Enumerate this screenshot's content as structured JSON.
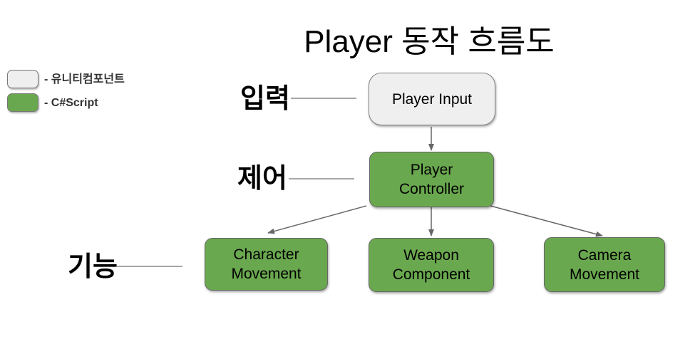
{
  "title": "Player 동작 흐름도",
  "legend": {
    "items": [
      {
        "label": "- 유니티컴포넌트",
        "meaning": "unity-component",
        "swatch_color": "#efefef"
      },
      {
        "label": "- C#Script",
        "meaning": "csharp-script",
        "swatch_color": "#6aa84f"
      }
    ]
  },
  "row_labels": {
    "input": "입력",
    "control": "제어",
    "function": "기능"
  },
  "nodes": {
    "player_input": {
      "label": "Player Input",
      "type": "unity-component"
    },
    "player_controller": {
      "label": "Player\nController",
      "type": "csharp-script"
    },
    "character_movement": {
      "label": "Character\nMovement",
      "type": "csharp-script"
    },
    "weapon_component": {
      "label": "Weapon\nComponent",
      "type": "csharp-script"
    },
    "camera_movement": {
      "label": "Camera\nMovement",
      "type": "csharp-script"
    }
  },
  "edges": [
    {
      "from": "Player Input",
      "to": "Player Controller"
    },
    {
      "from": "Player Controller",
      "to": "Character Movement"
    },
    {
      "from": "Player Controller",
      "to": "Weapon Component"
    },
    {
      "from": "Player Controller",
      "to": "Camera Movement"
    }
  ],
  "colors": {
    "background": "#ffffff",
    "unity_component_fill": "#efefef",
    "csharp_script_fill": "#6aa84f",
    "box_border": "#666666",
    "arrow": "#666666",
    "text": "#000000"
  }
}
